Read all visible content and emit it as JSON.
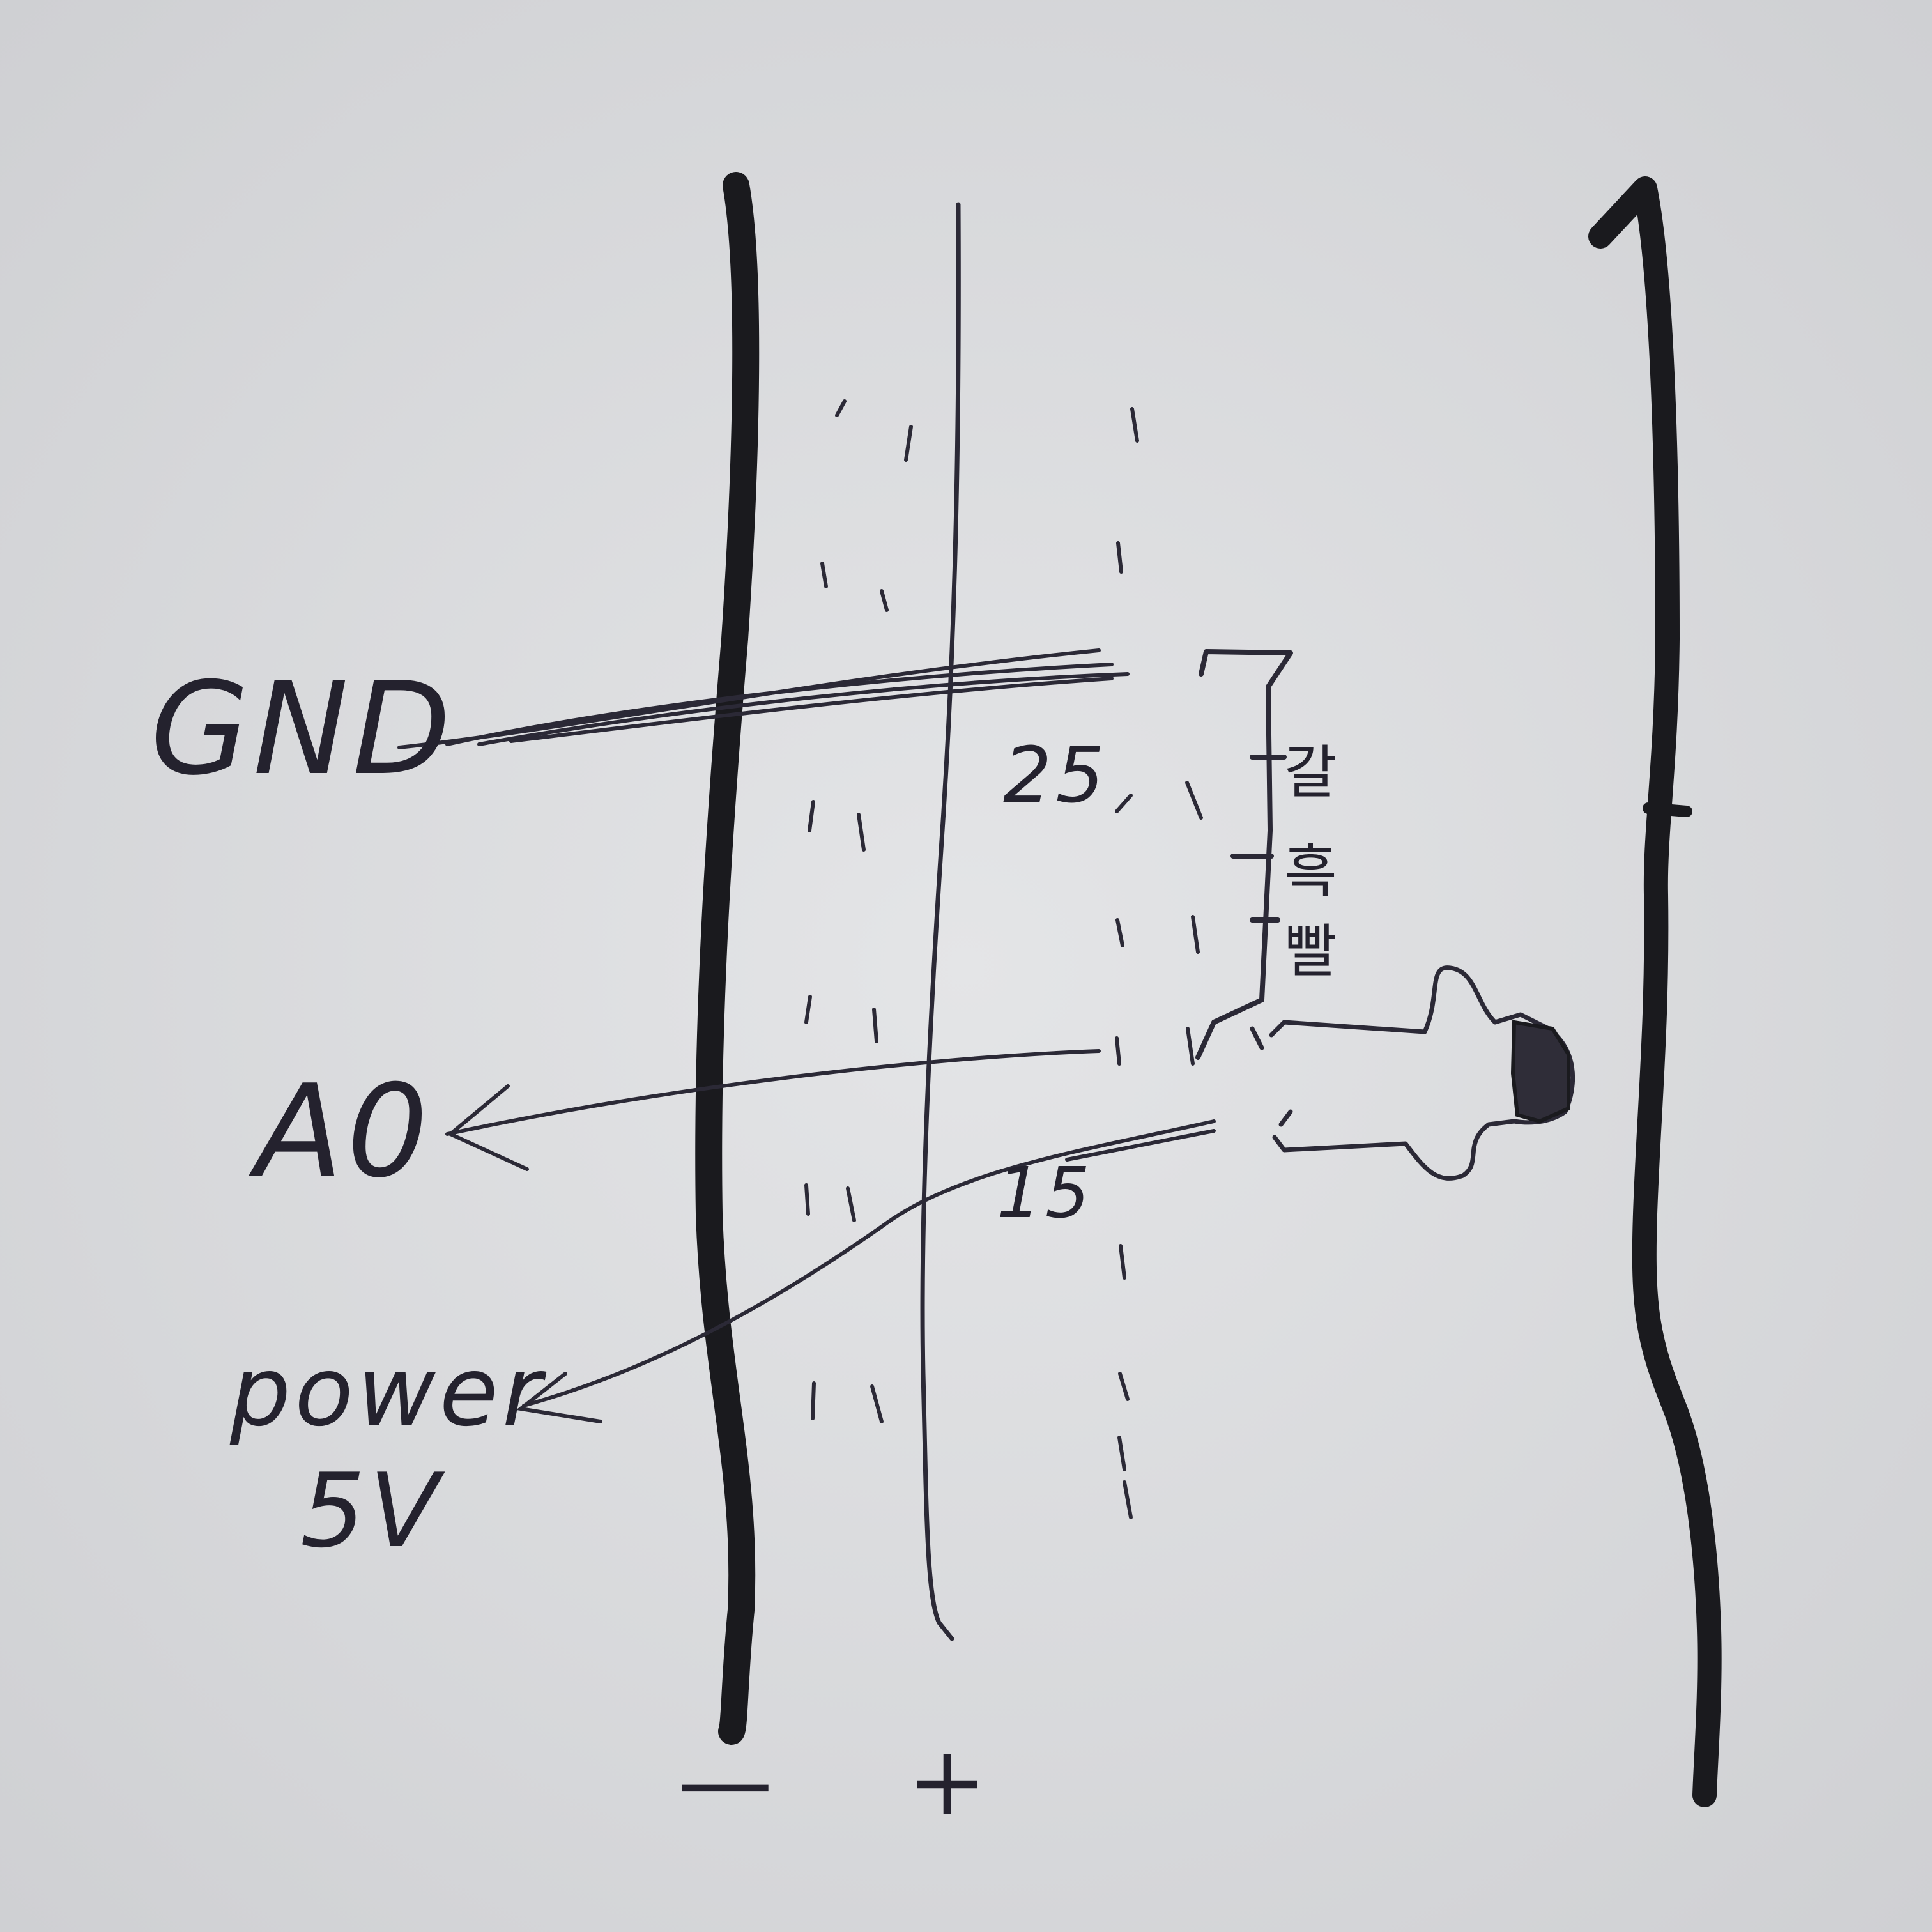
{
  "labels": {
    "gnd": "GND",
    "a0": "A0",
    "power": "power",
    "power_voltage": "5V",
    "minus": "—",
    "plus": "+",
    "row_upper": "25",
    "row_lower": "15"
  },
  "resistor": {
    "colors_korean": [
      "갈",
      "흑",
      "빨"
    ]
  },
  "colors": {
    "paper": "#dedfe1",
    "ink": "#24222e",
    "marker": "#1a1a1e"
  }
}
